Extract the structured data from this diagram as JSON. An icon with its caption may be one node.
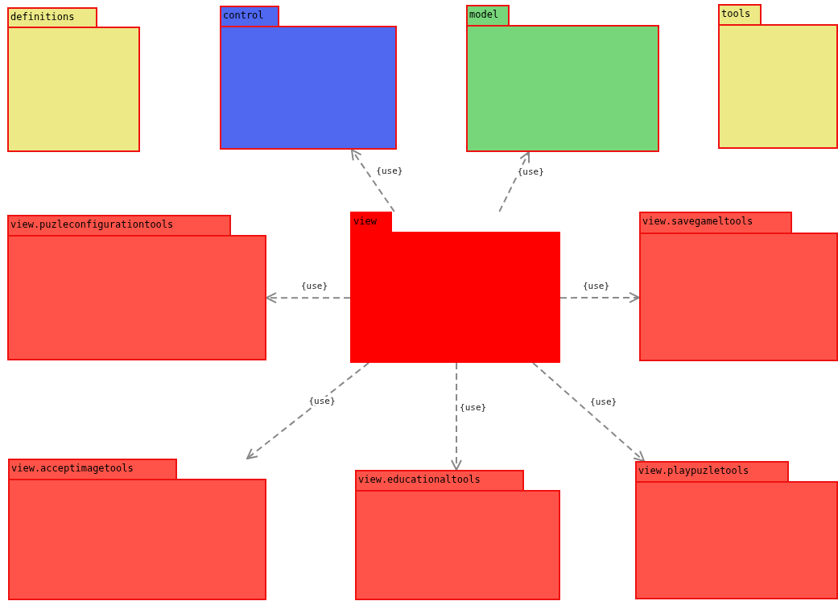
{
  "diagram": {
    "nodes": [
      {
        "text": [
          "definitions"
        ]
      },
      {
        "text": [
          "control"
        ]
      },
      {
        "text": [
          "model"
        ]
      },
      {
        "text": [
          "tools"
        ]
      },
      {
        "text": [
          "view.puzleconfigurationtools"
        ]
      },
      {
        "text": [
          "view"
        ]
      },
      {
        "text": [
          "view.savegameltools"
        ]
      },
      {
        "text": [
          "view.acceptimagetools"
        ]
      },
      {
        "text": [
          "view.educationaltools"
        ]
      },
      {
        "text": [
          "view.playpuzletools"
        ]
      }
    ],
    "edges": [
      {
        "from": 5,
        "to": 1,
        "arrow": "to",
        "label": "{use}",
        "style": "dashed"
      },
      {
        "from": 5,
        "to": 2,
        "arrow": "to",
        "label": "{use}",
        "style": "dashed"
      },
      {
        "from": 5,
        "to": 4,
        "arrow": "to",
        "label": "{use}",
        "style": "dashed"
      },
      {
        "from": 5,
        "to": 6,
        "arrow": "to",
        "label": "{use}",
        "style": "dashed"
      },
      {
        "from": 5,
        "to": 7,
        "arrow": "to",
        "label": "{use}",
        "style": "dashed"
      },
      {
        "from": 5,
        "to": 8,
        "arrow": "to",
        "label": "{use}",
        "style": "dashed"
      },
      {
        "from": 5,
        "to": 9,
        "arrow": "to",
        "label": "{use}",
        "style": "dashed"
      }
    ]
  }
}
